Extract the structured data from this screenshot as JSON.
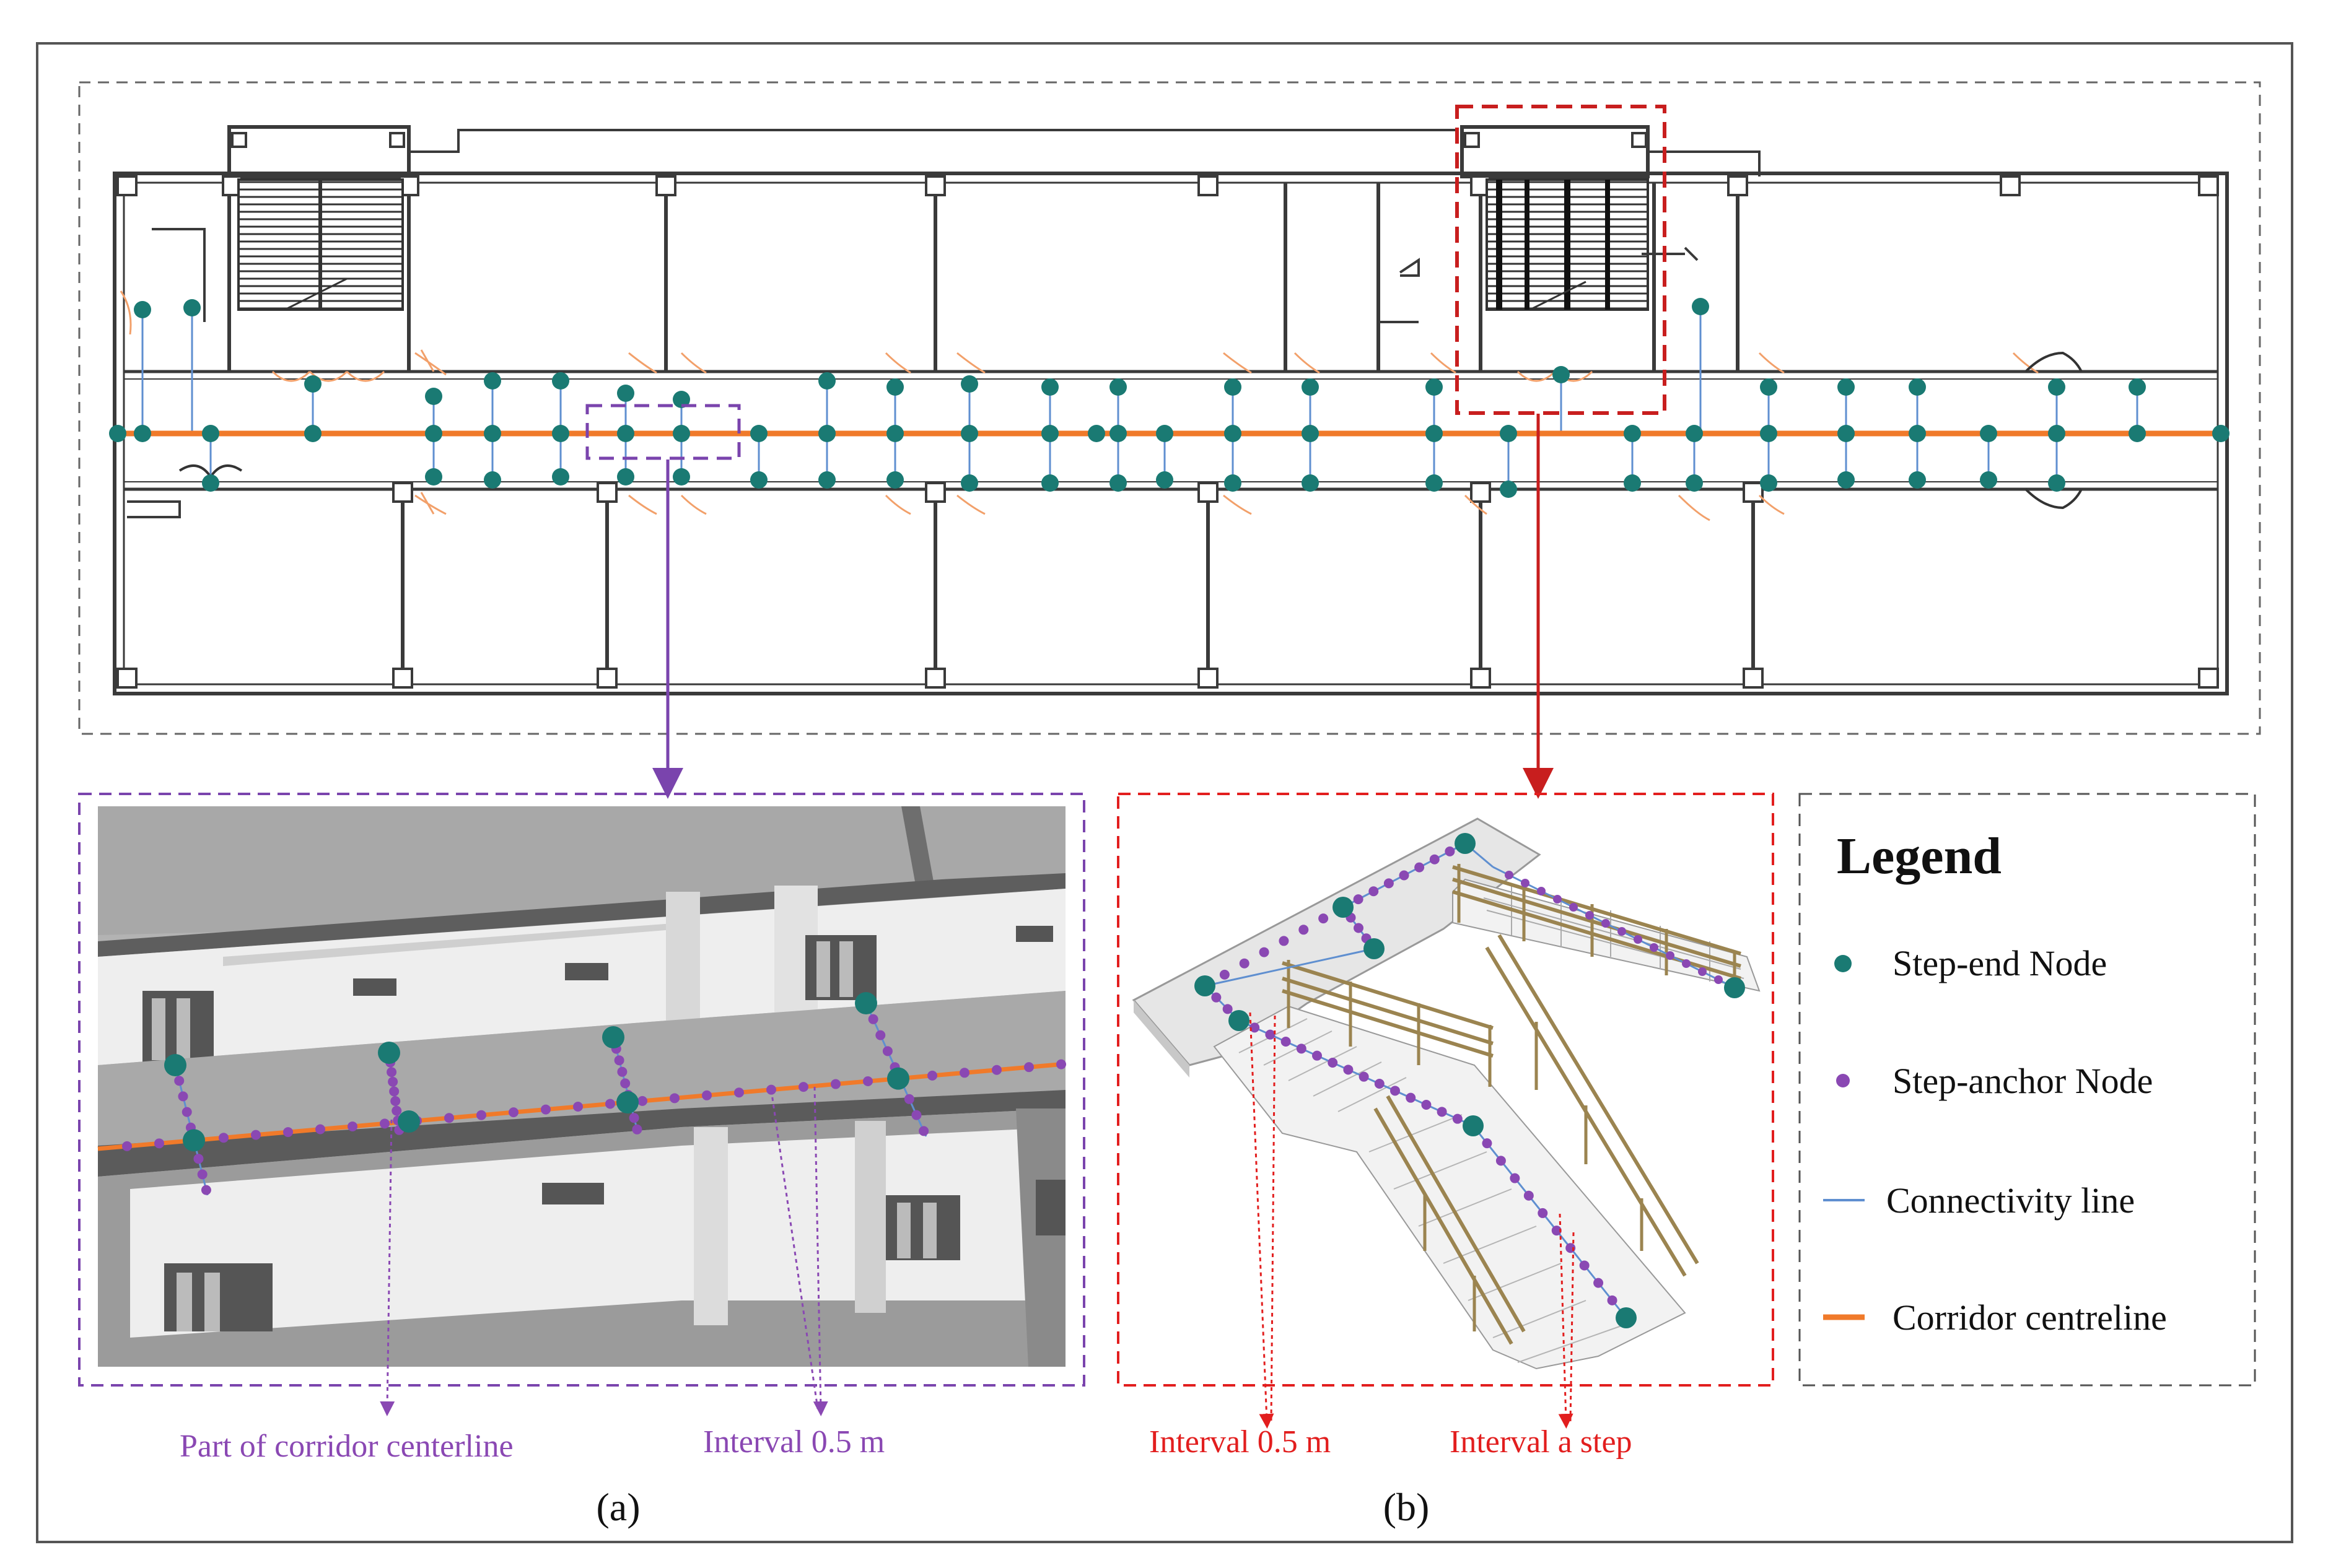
{
  "legend": {
    "title": "Legend",
    "items": [
      {
        "label": "Step-end Node",
        "symbol": "large-dot",
        "color": "#1a7a73"
      },
      {
        "label": "Step-anchor Node",
        "symbol": "small-dot",
        "color": "#8a48b3"
      },
      {
        "label": "Connectivity line",
        "symbol": "thin-line",
        "color": "#5f8fd0"
      },
      {
        "label": "Corridor centreline",
        "symbol": "thick-line",
        "color": "#f07a2a"
      }
    ]
  },
  "annotations": {
    "corridor_part": "Part of corridor centerline",
    "interval_a": "Interval 0.5 m",
    "interval_b": "Interval 0.5 m",
    "interval_step": "Interval a step"
  },
  "panels": {
    "a": "(a)",
    "b": "(b)"
  },
  "colors": {
    "step_end": "#1a7a73",
    "step_anchor": "#8a48b3",
    "connectivity": "#5f8fd0",
    "corridor": "#f07a2a",
    "purple_frame": "#7a44ad",
    "red_frame": "#d42020",
    "annotation_purple": "#8a48b3",
    "annotation_red": "#e21e1e"
  }
}
